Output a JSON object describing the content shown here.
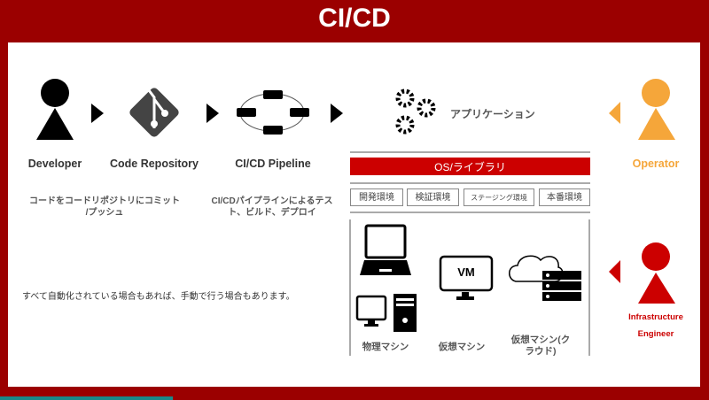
{
  "title": "CI/CD",
  "actors": {
    "developer": "Developer",
    "code_repository": "Code Repository",
    "pipeline": "CI/CD Pipeline",
    "operator": "Operator",
    "infra_line1": "Infrastructure",
    "infra_line2": "Engineer"
  },
  "descriptions": {
    "commit_line1": "コードをコードリポジトリにコミット",
    "commit_line2": "/プッシュ",
    "pipeline_line1": "CI/CDパイプラインによるテス",
    "pipeline_line2": "ト、ビルド、デプロイ",
    "note": "すべて自動化されている場合もあれば、手動で行う場合もあります。"
  },
  "stack": {
    "application": "アプリケーション",
    "os_library": "OS/ライブラリ",
    "environments": [
      "開発環境",
      "検証環境",
      "ステージング環境",
      "本番環境"
    ],
    "vm_label": "VM",
    "machines": {
      "physical": "物理マシン",
      "virtual": "仮想マシン",
      "cloud_line1": "仮想マシン(ク",
      "cloud_line2": "ラウド)"
    }
  },
  "colors": {
    "brand": "#9b0000",
    "red": "#cc0000",
    "operator": "#f5a63a",
    "infra": "#cc0000"
  }
}
